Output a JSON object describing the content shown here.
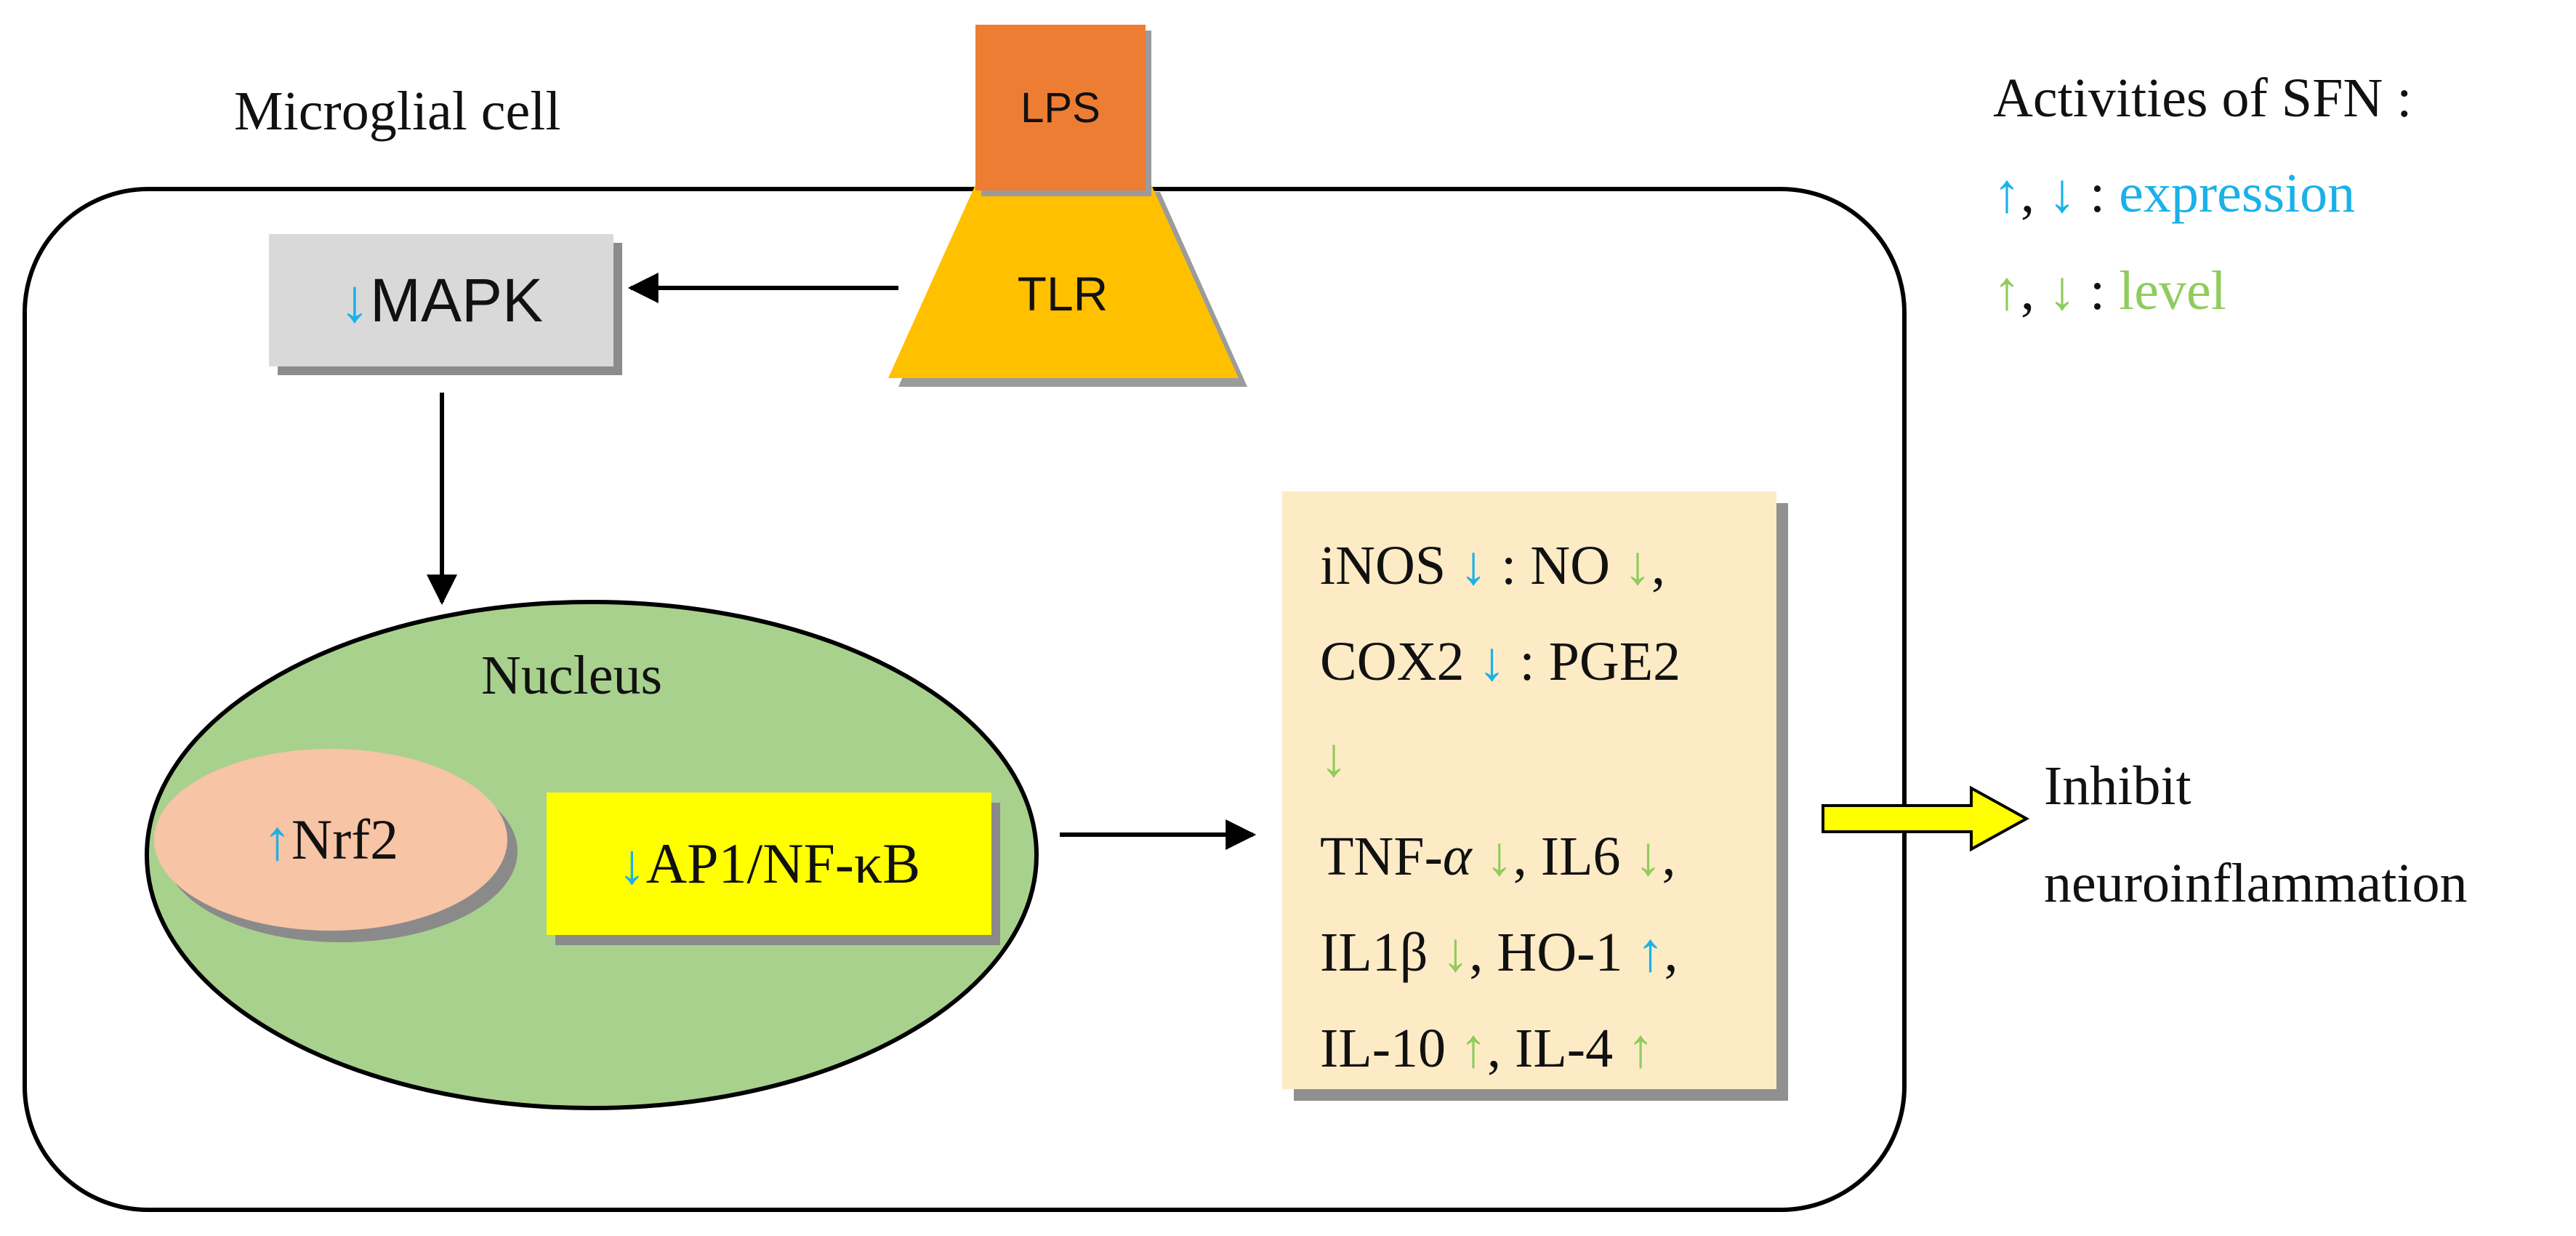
{
  "cell": {
    "label": "Microglial cell"
  },
  "receptor": {
    "lps_label": "LPS",
    "tlr_label": "TLR"
  },
  "mapk": {
    "arrow": "↓",
    "label": " MAPK"
  },
  "nucleus": {
    "label": "Nucleus",
    "nrf2": {
      "arrow": "↑",
      "label": "Nrf2"
    },
    "ap1": {
      "arrow": "↓",
      "label": "AP1/NF-κB"
    }
  },
  "mediators": {
    "line1": {
      "t1": "iNOS ",
      "a1": "↓",
      "t2": " : NO ",
      "a2": "↓",
      "t3": ","
    },
    "line2": {
      "t1": "COX2 ",
      "a1": "↓",
      "t2": " : PGE2"
    },
    "line3": {
      "a1": "↓"
    },
    "line4": {
      "t1": "TNF-",
      "alpha": "α",
      "t2": " ",
      "a1": "↓",
      "t3": ", IL6 ",
      "a2": "↓",
      "t4": ","
    },
    "line5": {
      "t1": "IL1β ",
      "a1": "↓",
      "t2": ", HO-1 ",
      "a2": "↑",
      "t3": ","
    },
    "line6": {
      "t1": "IL-10 ",
      "a1": "↑",
      "t2": ", IL-4 ",
      "a2": "↑"
    }
  },
  "outcome": {
    "line1": "Inhibit",
    "line2": "neuroinflammation"
  },
  "legend": {
    "title": "Activities of SFN :",
    "expression": {
      "up": "↑",
      "sep": ", ",
      "down": "↓",
      "colon": " : ",
      "label": "expression"
    },
    "level": {
      "up": "↑",
      "sep": ", ",
      "down": "↓",
      "colon": " : ",
      "label": "level"
    }
  },
  "colors": {
    "expression": "#1bb1e8",
    "level": "#8fcc5c",
    "lps": "#ee7d34",
    "tlr": "#ffc000",
    "mapk_box": "#d9d9d9",
    "nucleus": "#a9d18e",
    "nrf2": "#f7c4a5",
    "ap1": "#ffff00",
    "mediator_box": "#fdebc6",
    "outcome_arrow": "#ffff00"
  }
}
